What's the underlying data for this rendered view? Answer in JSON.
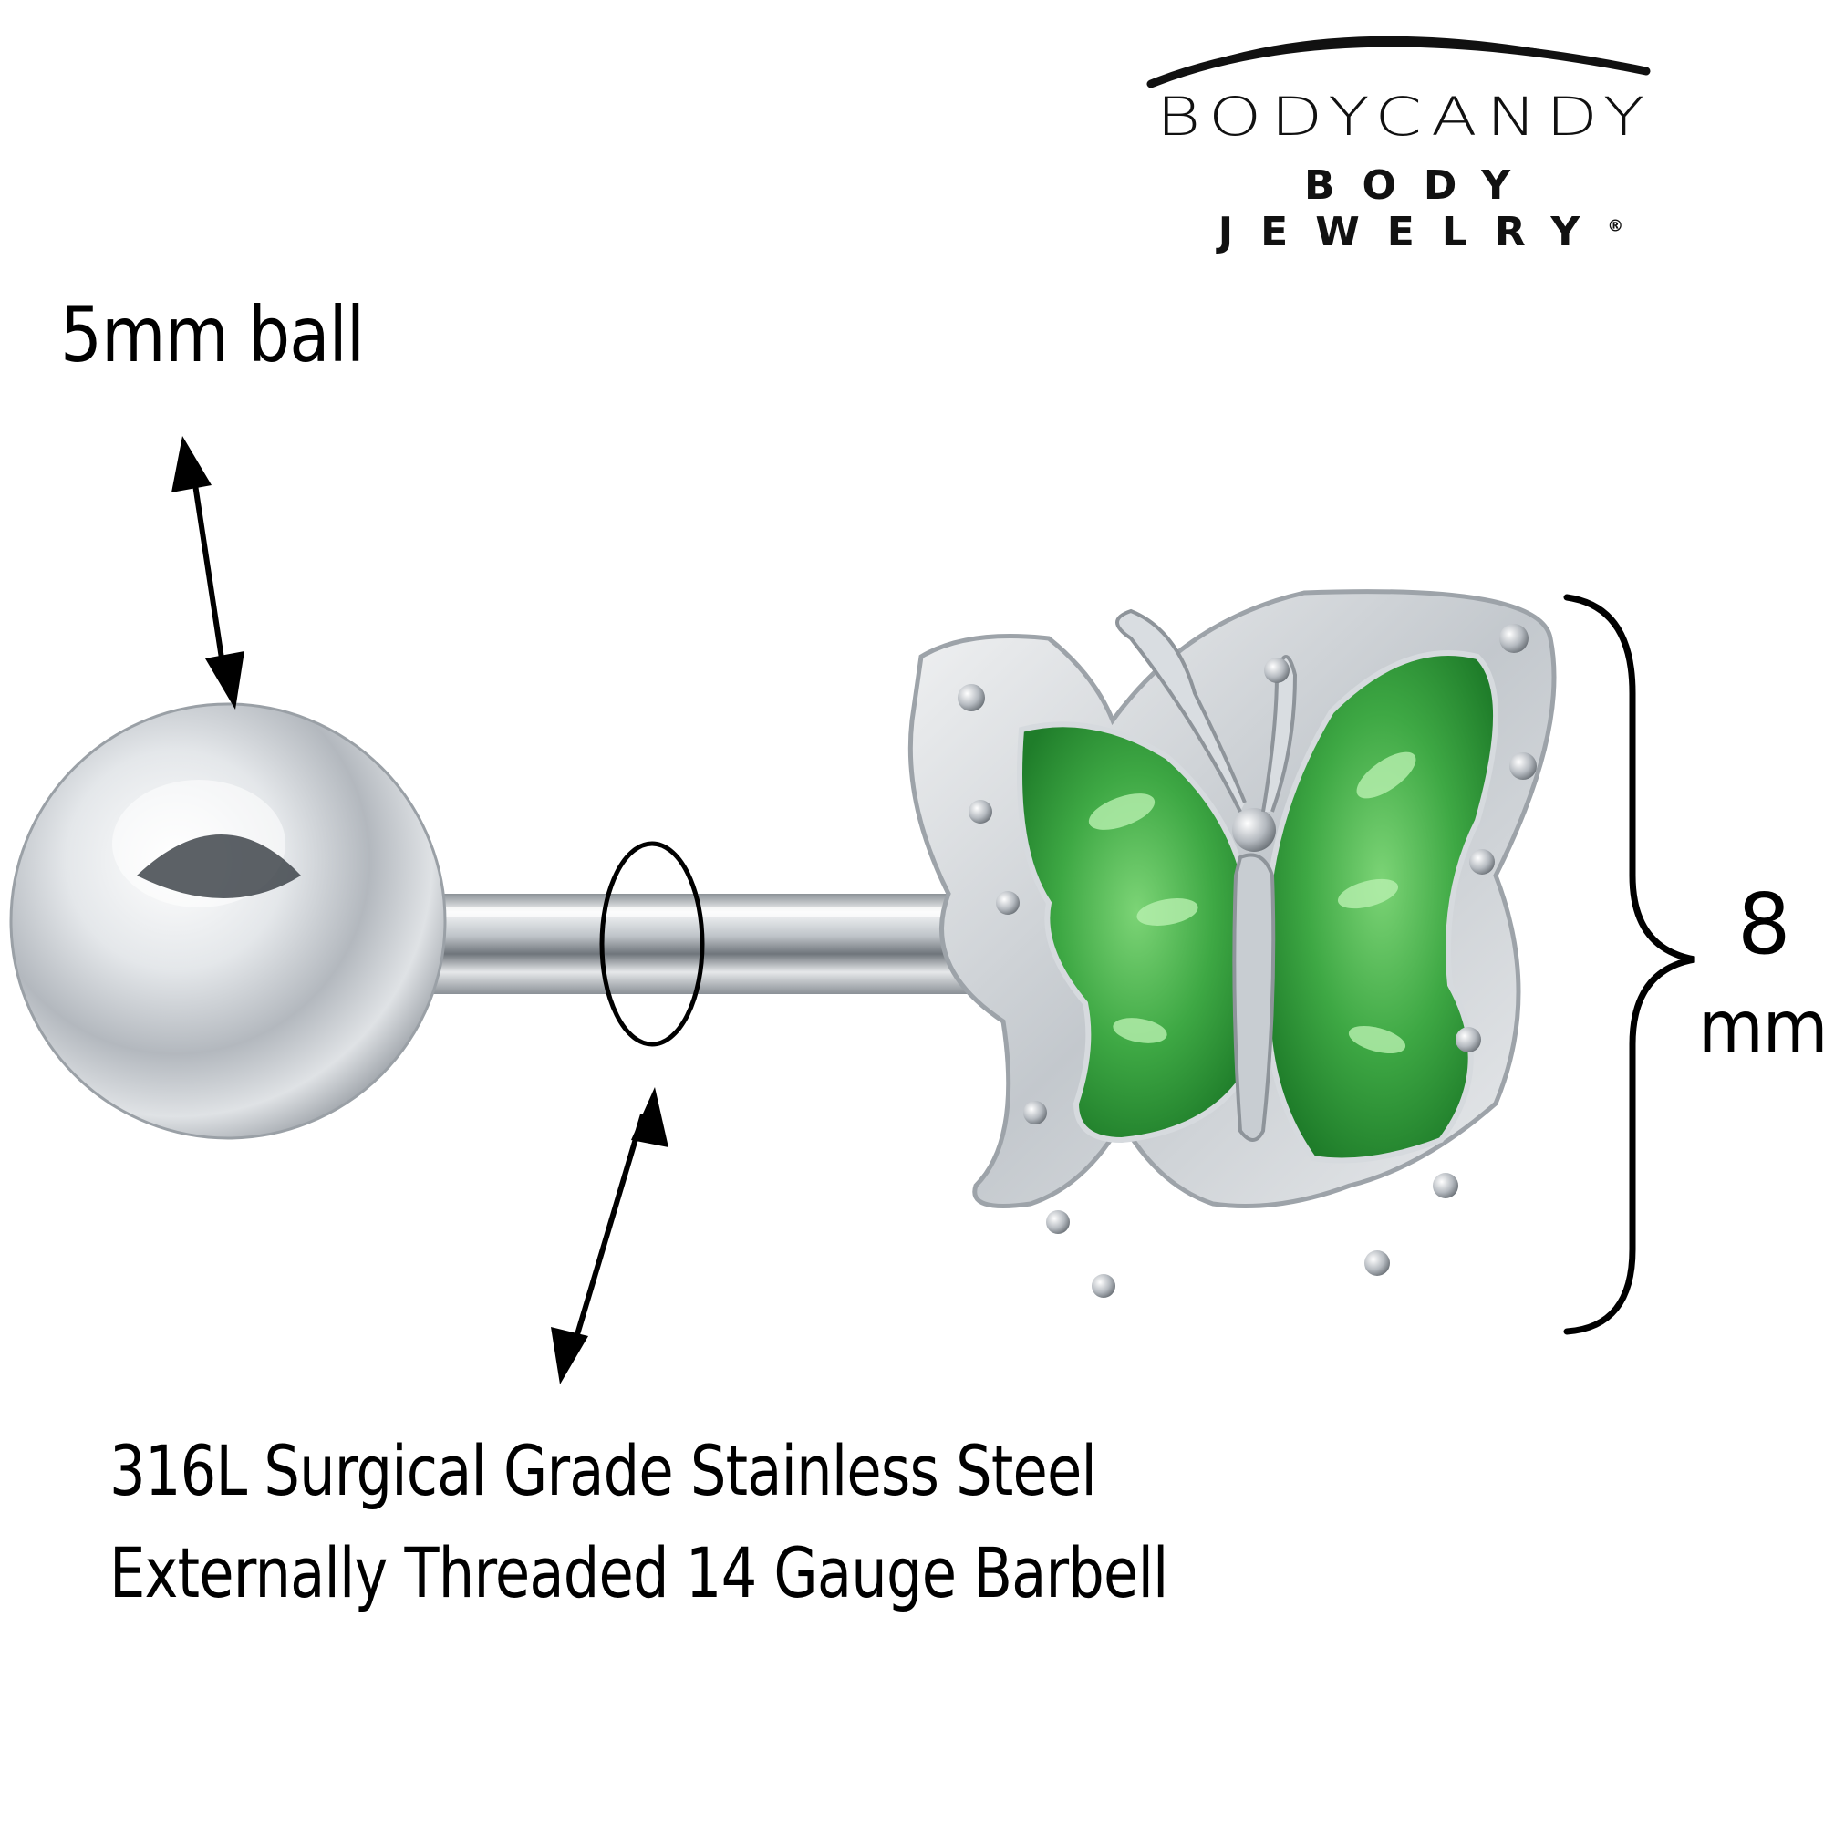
{
  "brand": {
    "name": "BODYCANDY",
    "tagline": "BODY JEWELRY",
    "trademark": "®"
  },
  "annotations": {
    "ball_size": "5mm ball",
    "top_size_value": "8",
    "top_size_unit": "mm",
    "material": "316L Surgical Grade Stainless Steel",
    "threading": "Externally Threaded 14 Gauge Barbell"
  },
  "colors": {
    "enamel_green": "#2f9a35",
    "enamel_highlight": "#8ee08a",
    "steel": "#c9ced3",
    "text": "#000000"
  }
}
